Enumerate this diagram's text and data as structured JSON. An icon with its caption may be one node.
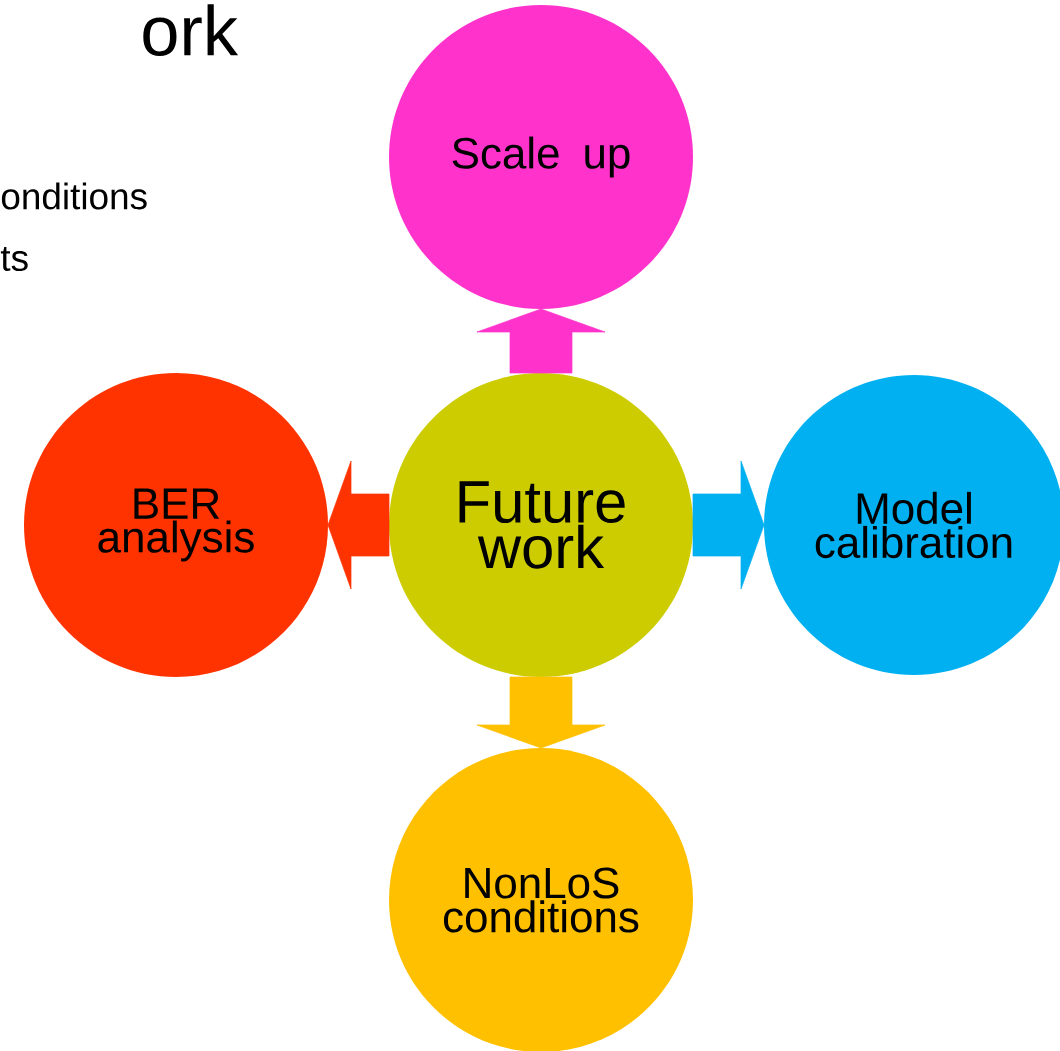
{
  "diagram": {
    "title": "ork",
    "nodes": [
      {
        "text": [
          "Scale up"
        ]
      },
      {
        "text": [
          "BER analysis"
        ]
      },
      {
        "text": [
          "Future work"
        ]
      },
      {
        "text": [
          "Model calibration"
        ]
      },
      {
        "text": [
          "NonLoS conditions"
        ]
      }
    ],
    "edges": [
      {
        "from": 2,
        "to": 0,
        "arrow": "to",
        "color": "#ff33cc"
      },
      {
        "from": 2,
        "to": 1,
        "arrow": "to",
        "color": "#ff3300"
      },
      {
        "from": 2,
        "to": 3,
        "arrow": "to",
        "color": "#00b0f0"
      },
      {
        "from": 2,
        "to": 4,
        "arrow": "to",
        "color": "#ffc000"
      }
    ],
    "labels": [
      "onditions",
      "ts"
    ]
  }
}
